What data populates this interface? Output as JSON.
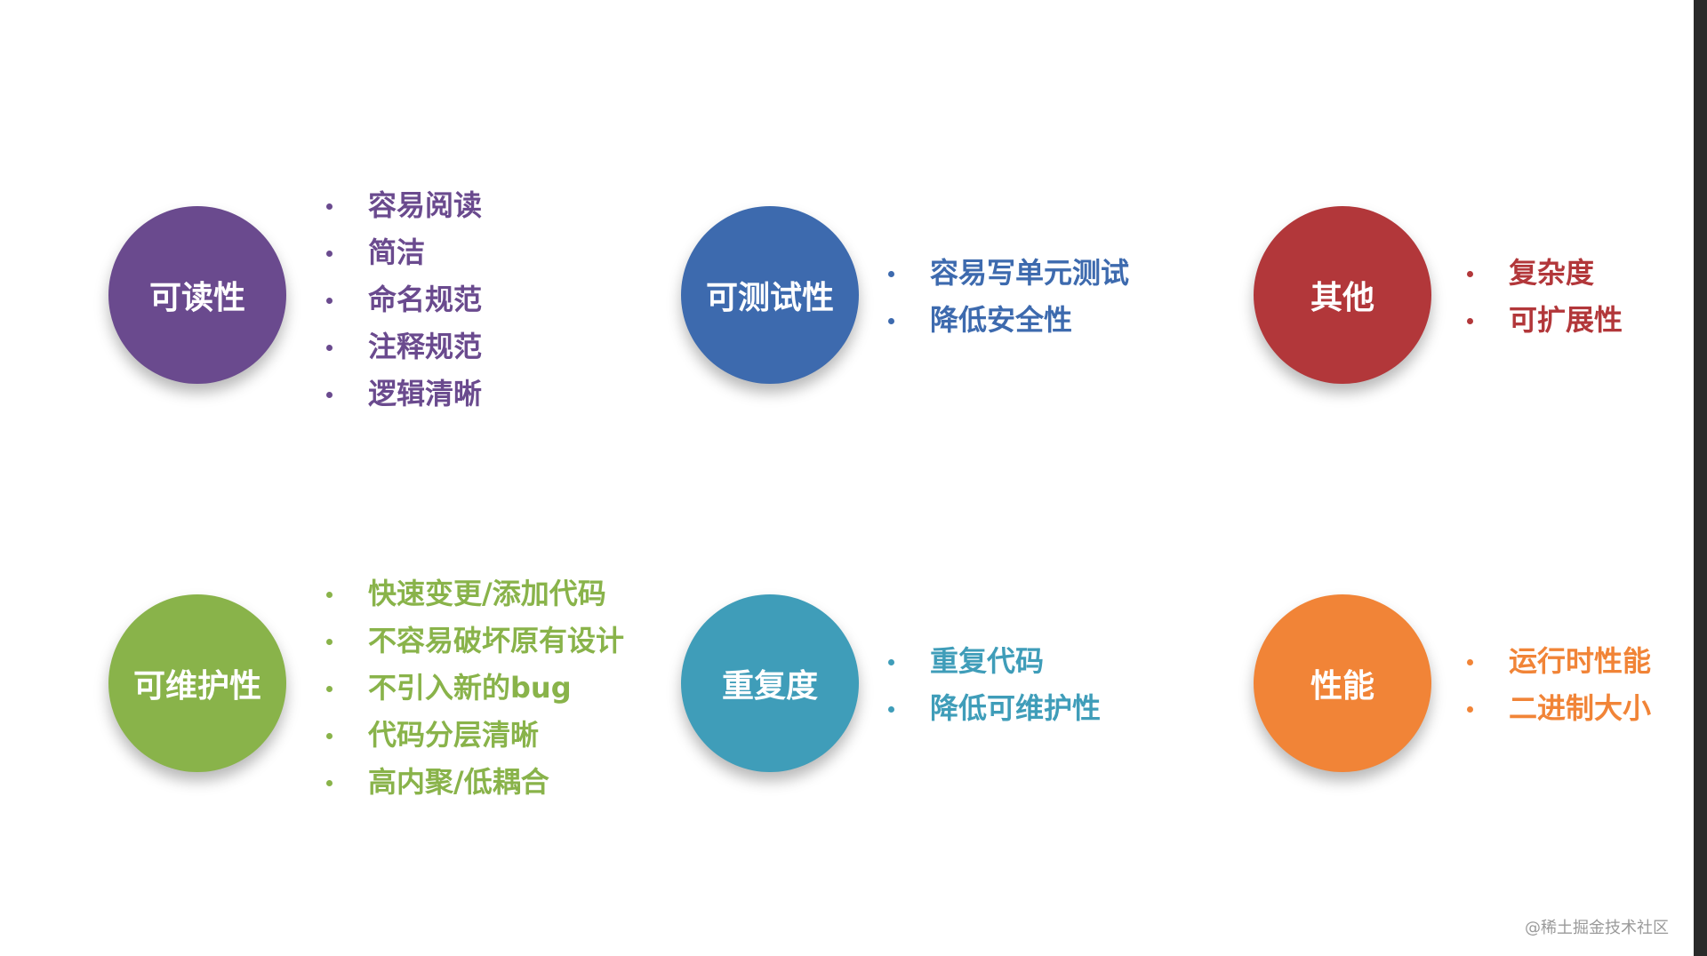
{
  "groups": [
    {
      "title": "可读性",
      "color": "#6a4a8e",
      "items": [
        "容易阅读",
        "简洁",
        "命名规范",
        "注释规范",
        "逻辑清晰"
      ]
    },
    {
      "title": "可测试性",
      "color": "#3d6aae",
      "items": [
        "容易写单元测试",
        "降低安全性"
      ]
    },
    {
      "title": "其他",
      "color": "#b2373a",
      "items": [
        "复杂度",
        "可扩展性"
      ]
    },
    {
      "title": "可维护性",
      "color": "#89b34a",
      "items": [
        "快速变更/添加代码",
        "不容易破坏原有设计",
        "不引入新的bug",
        "代码分层清晰",
        "高内聚/低耦合"
      ]
    },
    {
      "title": "重复度",
      "color": "#3f9db9",
      "items": [
        "重复代码",
        "降低可维护性"
      ]
    },
    {
      "title": "性能",
      "color": "#f18437",
      "items": [
        "运行时性能",
        "二进制大小"
      ]
    }
  ],
  "watermark": "@稀土掘金技术社区"
}
